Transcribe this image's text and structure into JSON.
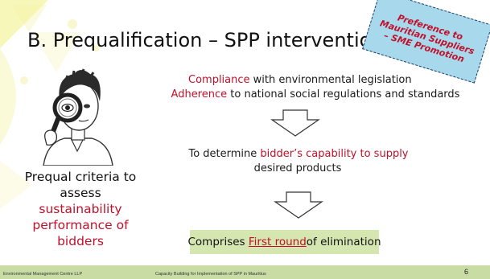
{
  "slide": {
    "title": "B. Prequalification – SPP interventions",
    "callout": {
      "line1": "Preference to",
      "line2": "Mauritian Suppliers",
      "line3": "– SME Promotion"
    },
    "step1": {
      "line1_red": "Compliance",
      "line1_rest": " with environmental legislation",
      "line2_red": "Adherence",
      "line2_rest": " to national social regulations and standards"
    },
    "step2": {
      "line1_prefix": "To determine ",
      "line1_red": "bidder’s capability to supply",
      "line2": "desired products"
    },
    "step3": {
      "prefix": "Comprises ",
      "underlined": "First round ",
      "suffix": "of elimination"
    },
    "left_text": {
      "line1": "Prequal criteria to",
      "line2": "assess",
      "line3": "sustainability",
      "line4": "performance of",
      "line5": "bidders"
    },
    "footer": {
      "left": "Environmental Management Centre LLP",
      "center": "Capacity Building for Implementation of SPP in Mauritius",
      "page": "6"
    }
  },
  "colors": {
    "accent_red": "#c0102a",
    "callout_bg": "#a8d8ec",
    "green_box": "#d6e6b0",
    "footer_bar": "#c9dca4",
    "deco_yellow": "#f2ef7a"
  },
  "icons": {
    "illustration": "magnifying-glass-person-icon",
    "arrow": "down-arrow-icon"
  }
}
